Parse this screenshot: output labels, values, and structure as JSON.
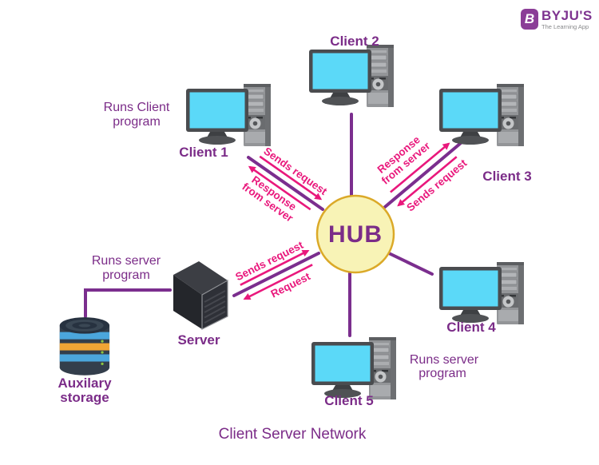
{
  "brand": {
    "icon_letter": "B",
    "logo_text": "BYJU'S",
    "tagline": "The Learning App"
  },
  "title": "Client Server Network",
  "hub": {
    "label": "HUB"
  },
  "nodes": {
    "client1": {
      "label": "Client 1",
      "note1": "Runs Client",
      "note2": "program"
    },
    "client2": {
      "label": "Client 2"
    },
    "client3": {
      "label": "Client 3"
    },
    "client4": {
      "label": "Client 4"
    },
    "client5": {
      "label": "Client 5",
      "note1": "Runs server",
      "note2": "program"
    },
    "server": {
      "label": "Server",
      "note1": "Runs server",
      "note2": "program"
    },
    "storage": {
      "label1": "Auxilary",
      "label2": "storage"
    }
  },
  "flows": {
    "client1": {
      "send": "Sends request",
      "resp1": "Response",
      "resp2": "from server"
    },
    "client3": {
      "send": "Sends request",
      "resp1": "Response",
      "resp2": "from server"
    },
    "server": {
      "send": "Sends request",
      "back": "Request"
    }
  },
  "colors": {
    "purple_text": "#7B2C88",
    "purple_line": "#7B2E8E",
    "pink_arrow": "#E9187C",
    "hub_fill": "#F8F3B6",
    "hub_border": "#DBA928",
    "screen_cyan": "#5BD9F8",
    "brand_purple": "#8B3D97"
  }
}
